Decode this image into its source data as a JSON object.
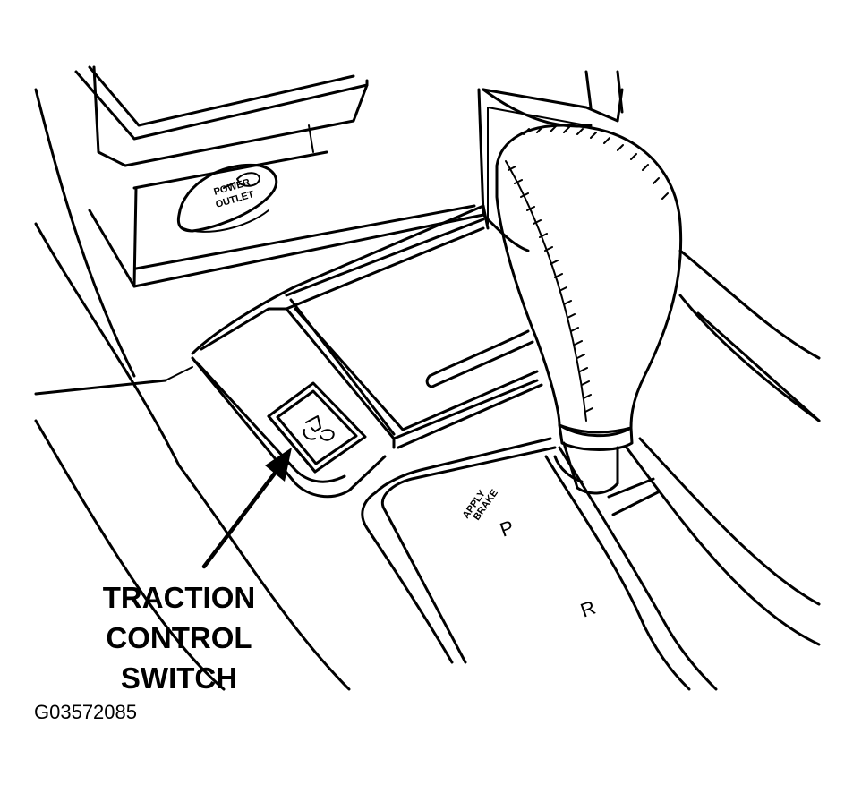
{
  "callout": {
    "line1": "TRACTION",
    "line2": "CONTROL",
    "line3": "SWITCH"
  },
  "outlet_label": {
    "line1": "POWER",
    "line2": "OUTLET"
  },
  "shifter": {
    "apply_line1": "APPLY",
    "apply_line2": "BRAKE",
    "gear_p": "P",
    "gear_r": "R"
  },
  "figure_id": "G03572085",
  "icons": {
    "switch": "traction-control-icon",
    "arrow": "callout-arrow-icon"
  }
}
